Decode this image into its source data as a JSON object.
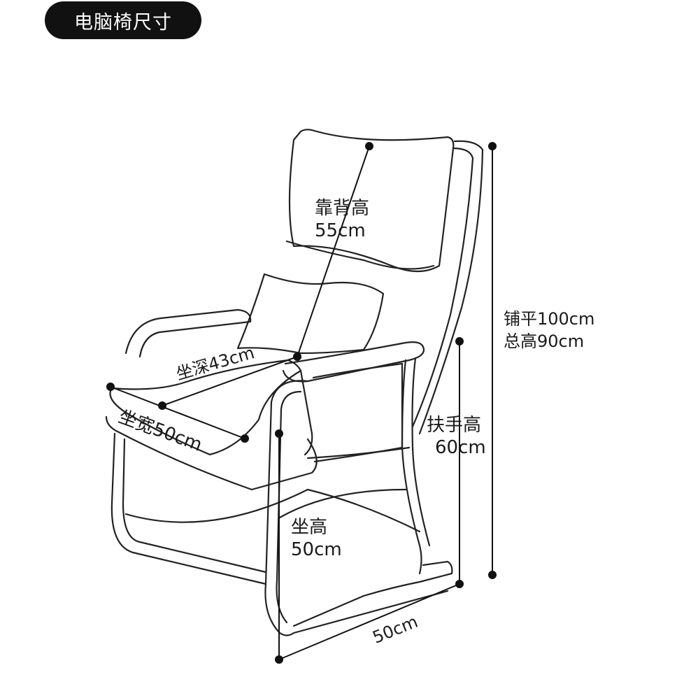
{
  "title": "电脑椅尺寸",
  "dimensions": {
    "back_height": {
      "label": "靠背高",
      "value": "55cm"
    },
    "seat_depth": {
      "label": "坐深43cm"
    },
    "seat_width": {
      "label": "坐宽50cm"
    },
    "armrest_height": {
      "label": "扶手高",
      "value": "60cm"
    },
    "seat_height": {
      "label": "坐高",
      "value": "50cm"
    },
    "base_width": {
      "label": "50cm"
    },
    "total_height": {
      "line1": "铺平100cm",
      "line2": "总高90cm"
    }
  }
}
